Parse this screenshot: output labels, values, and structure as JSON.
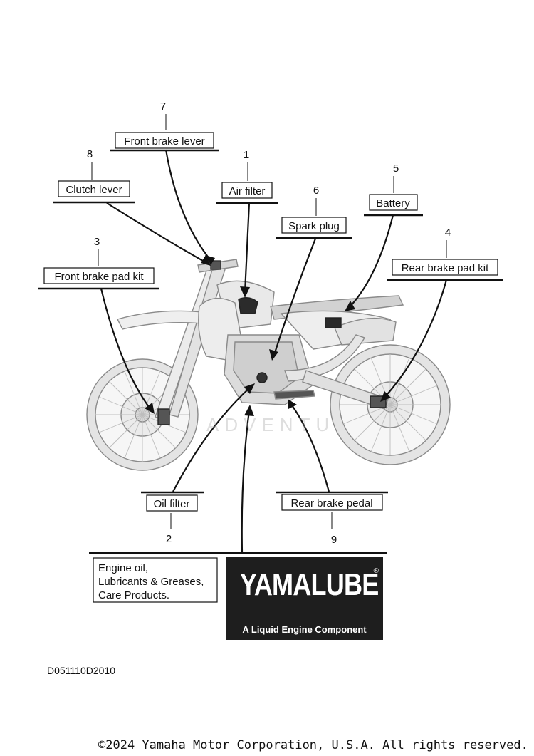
{
  "callouts": [
    {
      "num": "7",
      "label": "Front brake lever"
    },
    {
      "num": "8",
      "label": "Clutch lever"
    },
    {
      "num": "1",
      "label": "Air filter"
    },
    {
      "num": "6",
      "label": "Spark plug"
    },
    {
      "num": "5",
      "label": "Battery"
    },
    {
      "num": "3",
      "label": "Front brake pad kit"
    },
    {
      "num": "4",
      "label": "Rear brake pad kit"
    },
    {
      "num": "2",
      "label": "Oil filter"
    },
    {
      "num": "9",
      "label": "Rear brake pedal"
    }
  ],
  "promo": {
    "lines": [
      "Engine oil,",
      "Lubricants & Greases,",
      "Care Products."
    ],
    "brand": "YAMALUBE",
    "brand_mark": "®",
    "tagline": "A Liquid Engine Component"
  },
  "watermark": "ADVENTU",
  "doc_code": "D051110D2010",
  "copyright": "©2024 Yamaha Motor Corporation, U.S.A. All rights reserved."
}
